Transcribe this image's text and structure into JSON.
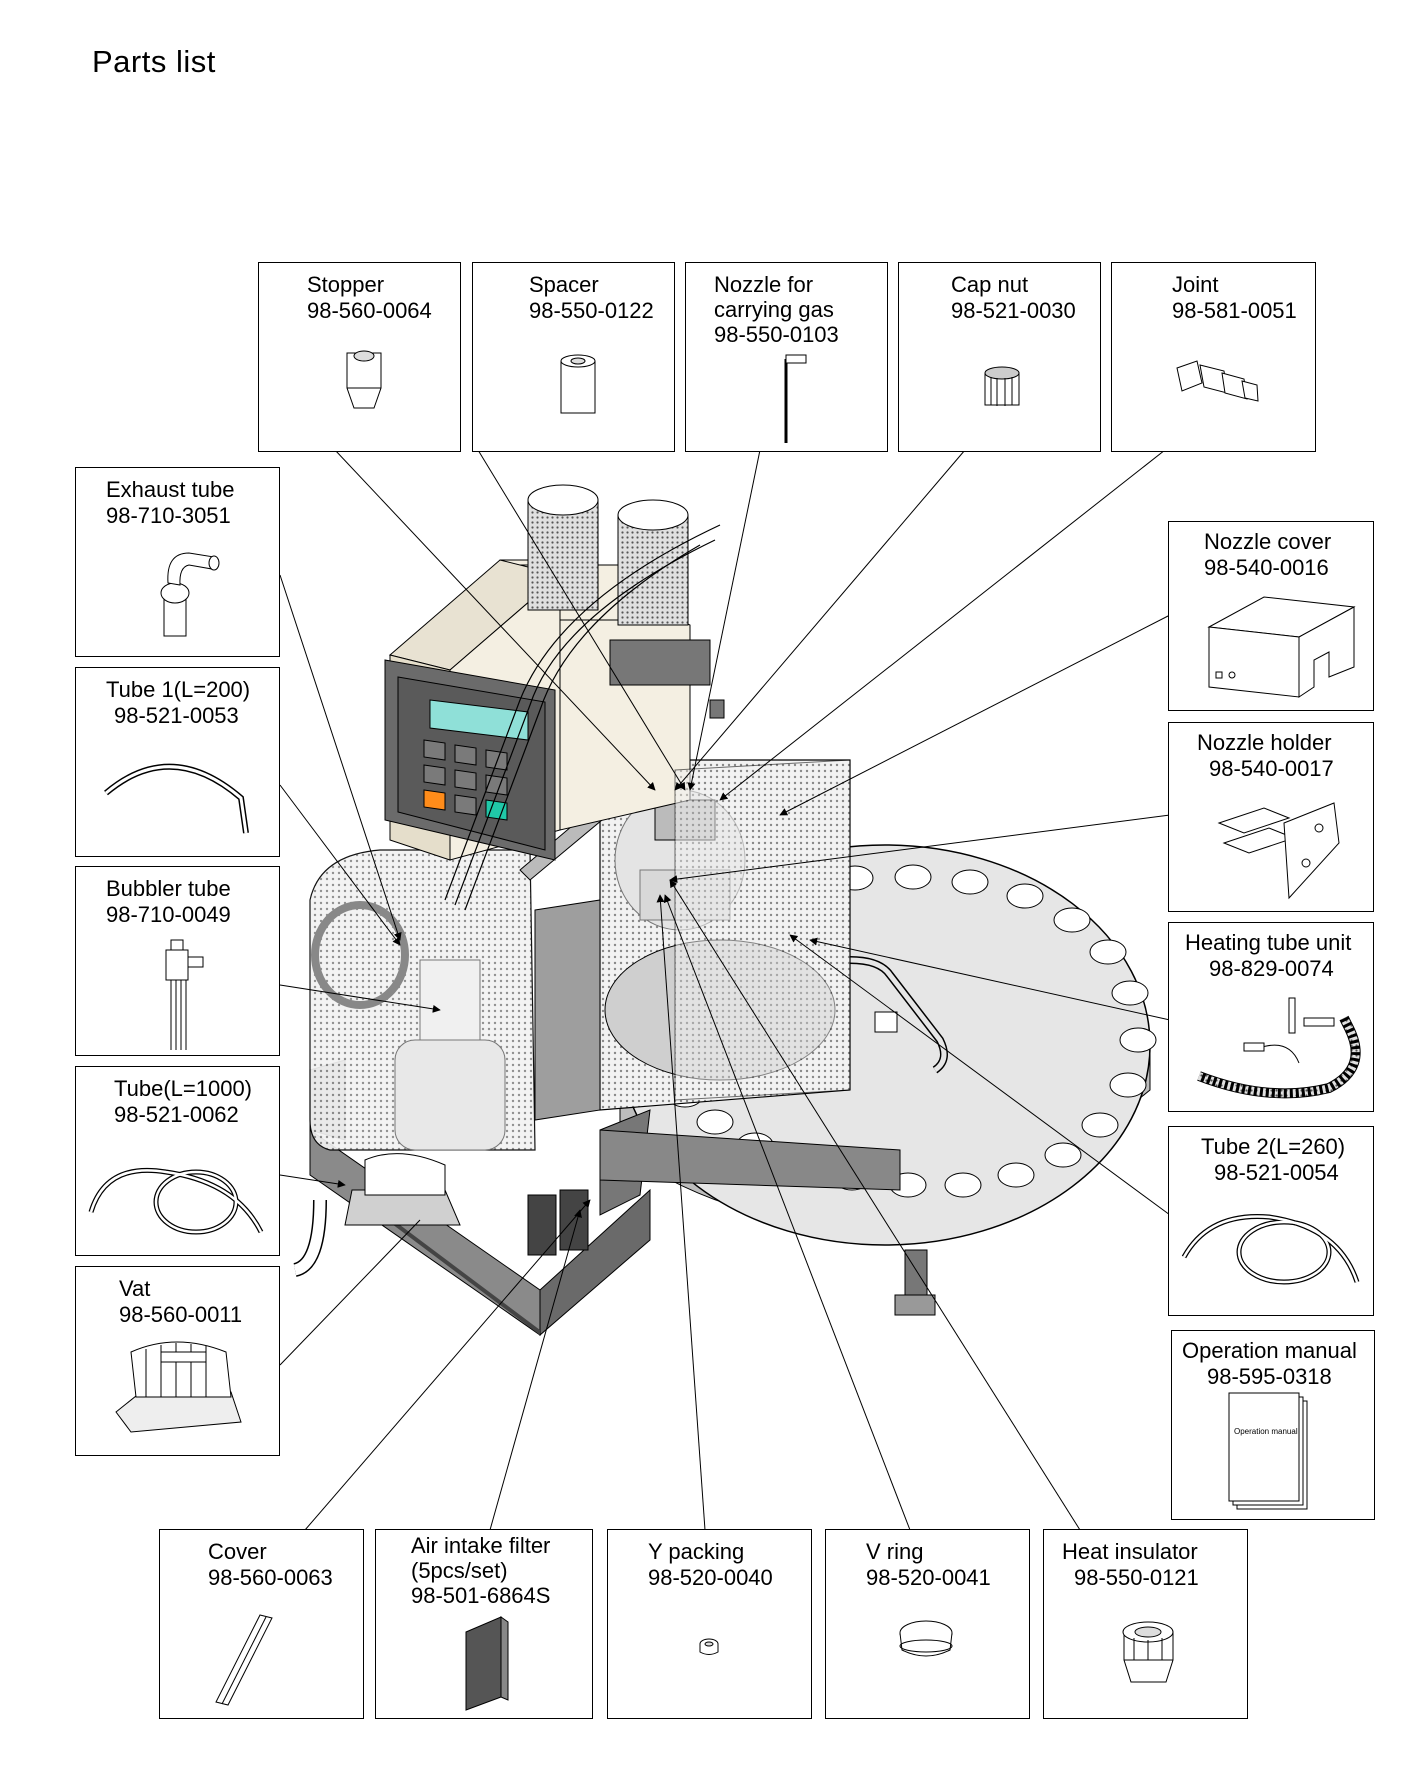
{
  "title": "Parts list",
  "parts": [
    {
      "id": "stopper",
      "name": "Stopper",
      "number": "98-560-0064",
      "icon": "stopper-icon"
    },
    {
      "id": "spacer",
      "name": "Spacer",
      "number": "98-550-0122",
      "icon": "spacer-icon"
    },
    {
      "id": "nozzle-gas",
      "name": "Nozzle for\ncarrying gas",
      "number": "98-550-0103",
      "icon": "nozzle-icon"
    },
    {
      "id": "cap-nut",
      "name": "Cap nut",
      "number": "98-521-0030",
      "icon": "cap-nut-icon"
    },
    {
      "id": "joint",
      "name": "Joint",
      "number": "98-581-0051",
      "icon": "joint-icon"
    },
    {
      "id": "exhaust",
      "name": "Exhaust tube",
      "number": "98-710-3051",
      "icon": "exhaust-tube-icon"
    },
    {
      "id": "tube1",
      "name": "Tube 1(L=200)",
      "number": "98-521-0053",
      "icon": "tube-arc-icon"
    },
    {
      "id": "bubbler",
      "name": "Bubbler tube",
      "number": "98-710-0049",
      "icon": "bubbler-tube-icon"
    },
    {
      "id": "tube1000",
      "name": "Tube(L=1000)",
      "number": "98-521-0062",
      "icon": "tube-coil-icon"
    },
    {
      "id": "vat",
      "name": "Vat",
      "number": "98-560-0011",
      "icon": "vat-icon"
    },
    {
      "id": "nozzle-cover",
      "name": "Nozzle cover",
      "number": "98-540-0016",
      "icon": "nozzle-cover-icon"
    },
    {
      "id": "nozzle-holder",
      "name": "Nozzle holder",
      "number": "98-540-0017",
      "icon": "nozzle-holder-icon"
    },
    {
      "id": "heating",
      "name": "Heating tube unit",
      "number": "98-829-0074",
      "icon": "heating-tube-icon"
    },
    {
      "id": "tube2",
      "name": "Tube 2(L=260)",
      "number": "98-521-0054",
      "icon": "tube-coil-icon"
    },
    {
      "id": "manual",
      "name": "Operation manual",
      "number": "98-595-0318",
      "icon": "manual-icon",
      "cover_text": "Operation manual"
    },
    {
      "id": "cover",
      "name": "Cover",
      "number": "98-560-0063",
      "icon": "cover-bar-icon"
    },
    {
      "id": "filter",
      "name": "Air intake filter\n(5pcs/set)",
      "number": "98-501-6864S",
      "icon": "filter-icon"
    },
    {
      "id": "ypack",
      "name": "Y packing",
      "number": "98-520-0040",
      "icon": "y-packing-icon"
    },
    {
      "id": "vring",
      "name": "V ring",
      "number": "98-520-0041",
      "icon": "v-ring-icon"
    },
    {
      "id": "insulator",
      "name": "Heat insulator",
      "number": "98-550-0121",
      "icon": "heat-insulator-icon"
    }
  ],
  "colors": {
    "line": "#000000",
    "panel_gray": "#9a9a9a",
    "dark_gray": "#555555",
    "light_gray": "#d8d8d8",
    "screen_cyan": "#8fe0d8",
    "button_orange": "#ff8c1a",
    "button_teal": "#20c8a8",
    "cream": "#f4efe2"
  }
}
